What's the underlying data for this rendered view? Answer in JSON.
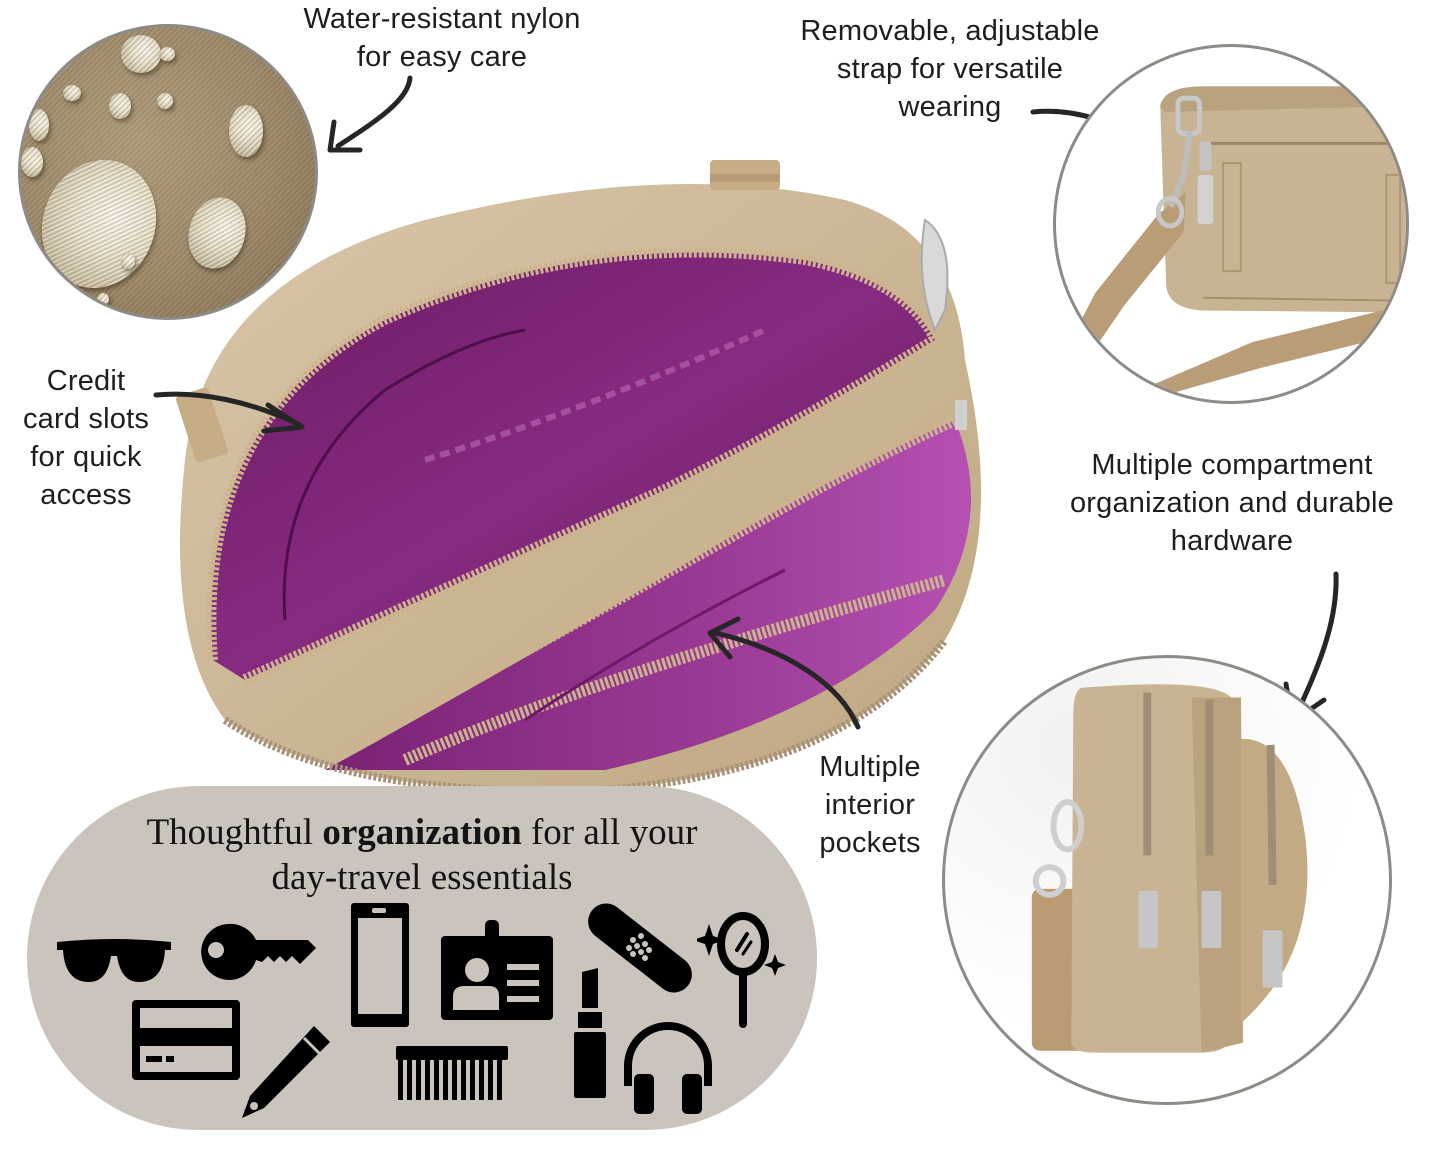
{
  "callouts": {
    "water_resistant": {
      "lines": [
        "Water-resistant nylon",
        "for easy care"
      ]
    },
    "removable_strap": {
      "lines": [
        "Removable, adjustable",
        "strap for versatile",
        "wearing"
      ]
    },
    "credit_card_slots": {
      "lines": [
        "Credit",
        "card slots",
        "for quick",
        "access"
      ]
    },
    "multiple_compartment": {
      "lines": [
        "Multiple compartment",
        "organization and durable",
        "hardware"
      ]
    },
    "interior_pockets": {
      "lines": [
        "Multiple",
        "interior",
        "pockets"
      ]
    }
  },
  "organization_banner": {
    "title_prefix": "Thoughtful ",
    "title_bold": "organization",
    "title_suffix": " for all your",
    "title_line2": "day-travel essentials",
    "background_color": "#cbc4bd",
    "icons": [
      "sunglasses-icon",
      "key-icon",
      "smartphone-icon",
      "id-badge-icon",
      "bandage-icon",
      "hand-mirror-icon",
      "credit-card-icon",
      "pencil-icon",
      "comb-icon",
      "lipstick-icon",
      "headphones-icon"
    ]
  },
  "colors": {
    "nylon_tan": "#c8b393",
    "lining_purple": "#7a1f73",
    "lining_highlight": "#b14fb0",
    "circle_border": "#8e8a86",
    "arrow": "#262626"
  }
}
